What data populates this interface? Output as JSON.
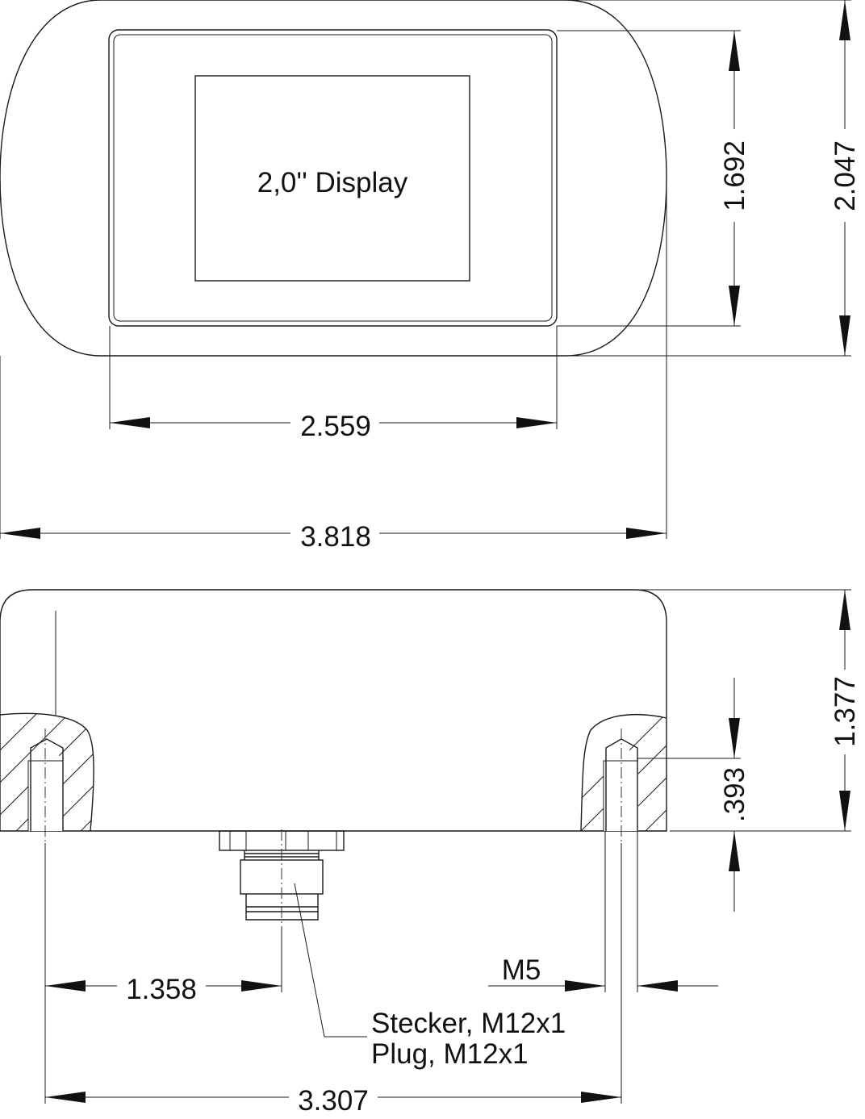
{
  "drawing": {
    "display_label": "2,0'' Display",
    "dimensions": {
      "display_height": "1.692",
      "overall_height": "2.047",
      "display_width": "2.559",
      "overall_width": "3.818",
      "side_height": "1.377",
      "thread_depth": ".393",
      "connector_offset": "1.358",
      "hole_spacing": "3.307",
      "thread_size": "M5"
    },
    "callout": {
      "line1": "Stecker, M12x1",
      "line2": "Plug, M12x1"
    }
  }
}
